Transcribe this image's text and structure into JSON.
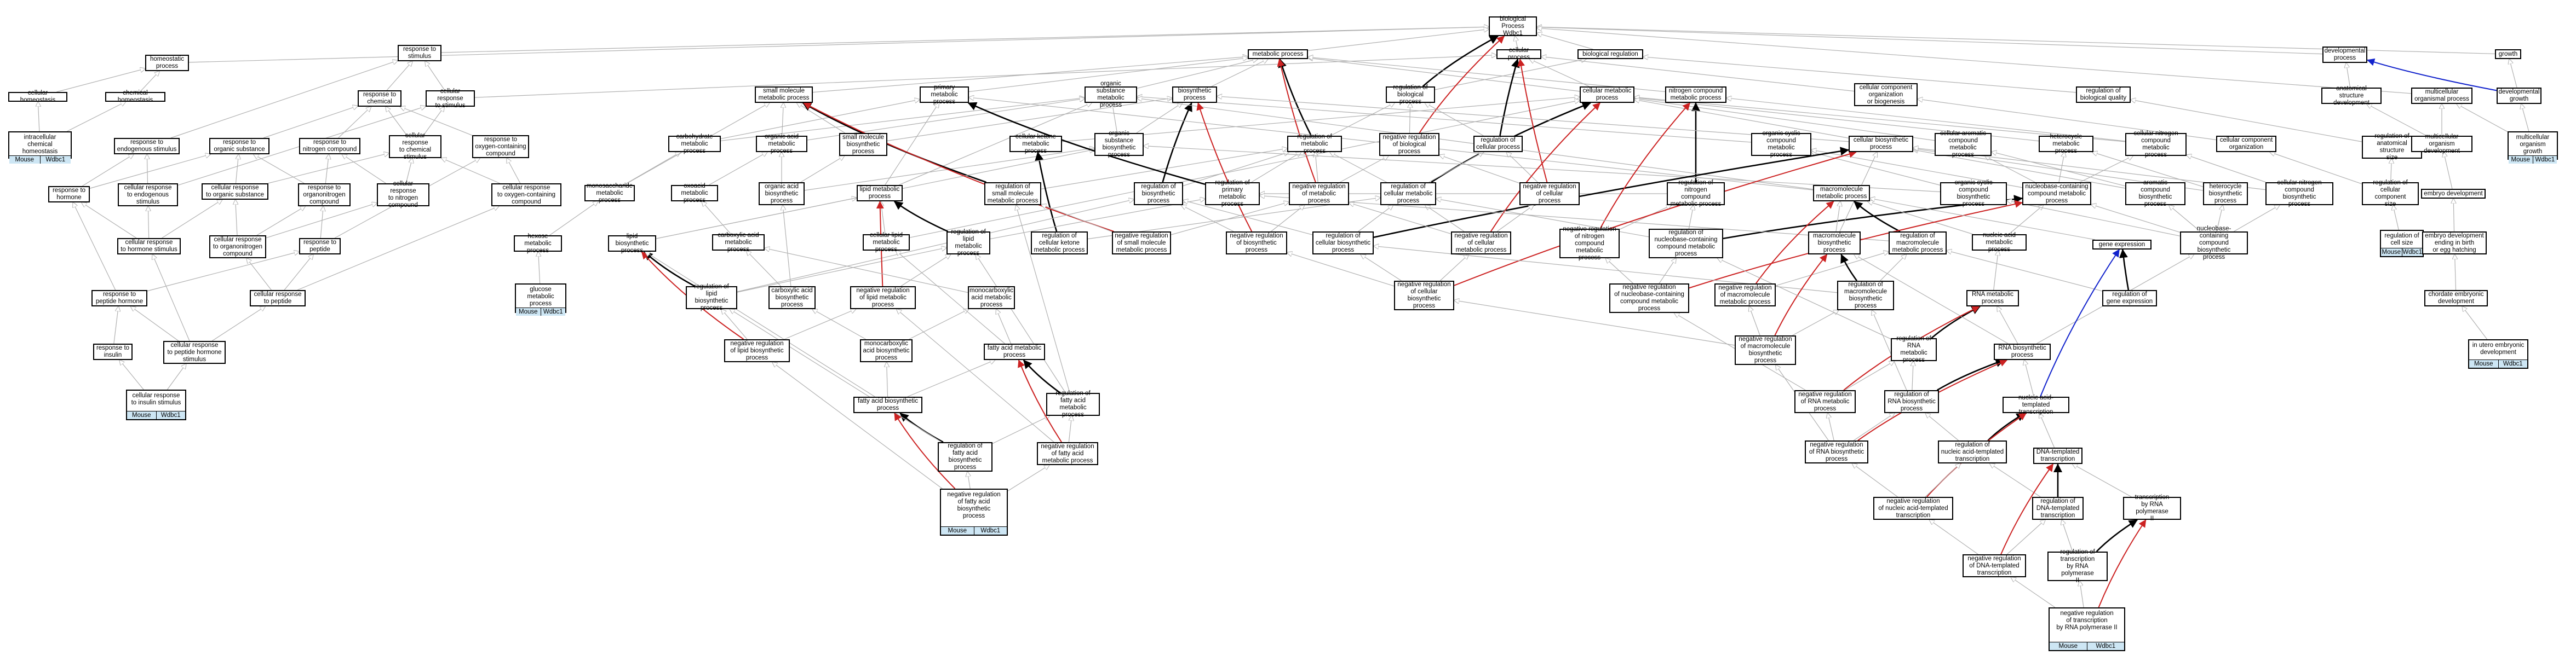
{
  "colors": {
    "is_a": "#b0b0b0",
    "part_of": "#000000",
    "negatively_regulates": "#cc2222",
    "positively_regulates": "#1122cc",
    "gene_cell": "#cde6f4"
  },
  "genes": {
    "mouse": "Mouse",
    "wdbc": "Wdbc1"
  },
  "nodes": {
    "biological_process": "biological Process\nWdbc1",
    "homeostatic_process": "homeostatic\nprocess",
    "cellular_homeostasis": "cellular homeostasis",
    "chemical_homeostasis": "chemical homeostasis",
    "intracellular_chemical_homeostasis": "intracellular\nchemical homeostasis",
    "response_to_stimulus": "response to\nstimulus",
    "response_to_chemical": "response to\nchemical",
    "cellular_response_to_stimulus": "cellular response\nto stimulus",
    "response_to_endogenous_stimulus": "response to\nendogenous stimulus",
    "response_to_organic_substance": "response to\norganic substance",
    "response_to_nitrogen_compound": "response to\nnitrogen compound",
    "cellular_response_to_chemical_stimulus": "cellular response\nto chemical\nstimulus",
    "response_to_oxygen_containing_compound": "response to\noxygen-containing\ncompound",
    "response_to_hormone": "response to\nhormone",
    "cellular_response_to_endogenous_stimulus": "cellular response\nto endogenous\nstimulus",
    "cellular_response_to_organic_substance": "cellular response\nto organic substance",
    "response_to_organonitrogen_compound": "response to\norganonitrogen\ncompound",
    "cellular_response_to_nitrogen_compound": "cellular response\nto nitrogen\ncompound",
    "cellular_response_to_oxygen_containing_compound": "cellular response\nto oxygen-containing\ncompound",
    "cellular_response_to_hormone_stimulus": "cellular response\nto hormone stimulus",
    "cellular_response_to_organonitrogen_compound": "cellular response\nto organonitrogen\ncompound",
    "response_to_peptide": "response to\npeptide",
    "response_to_peptide_hormone": "response to\npeptide hormone",
    "cellular_response_to_peptide": "cellular response\nto peptide",
    "response_to_insulin": "response to\ninsulin",
    "cellular_response_to_peptide_hormone_stimulus": "cellular response\nto peptide hormone\nstimulus",
    "cellular_response_to_insulin_stimulus": "cellular response\nto insulin stimulus",
    "metabolic_process": "metabolic process",
    "small_molecule_metabolic_process": "small molecule\nmetabolic process",
    "primary_metabolic_process": "primary metabolic\nprocess",
    "organic_substance_metabolic_process": "organic substance\nmetabolic process",
    "biosynthetic_process": "biosynthetic\nprocess",
    "carbohydrate_metabolic_process": "carbohydrate\nmetabolic process",
    "organic_acid_metabolic_process": "organic acid\nmetabolic process",
    "small_molecule_biosynthetic_process": "small molecule\nbiosynthetic\nprocess",
    "cellular_ketone_metabolic_process": "cellular ketone\nmetabolic process",
    "organic_substance_biosynthetic_process": "organic substance\nbiosynthetic\nprocess",
    "monosaccharide_metabolic_process": "monosaccharide\nmetabolic process",
    "oxoacid_metabolic_process": "oxoacid metabolic\nprocess",
    "organic_acid_biosynthetic_process": "organic acid\nbiosynthetic\nprocess",
    "lipid_metabolic_process": "lipid metabolic\nprocess",
    "regulation_of_small_molecule_metabolic_process": "regulation of\nsmall molecule\nmetabolic process",
    "regulation_of_cellular_ketone_metabolic_process": "regulation of\ncellular ketone\nmetabolic process",
    "hexose_metabolic_process": "hexose metabolic\nprocess",
    "glucose_metabolic_process": "glucose metabolic\nprocess",
    "lipid_biosynthetic_process": "lipid biosynthetic\nprocess",
    "carboxylic_acid_metabolic_process": "carboxylic acid\nmetabolic process",
    "cellular_lipid_metabolic_process": "cellular lipid\nmetabolic process",
    "regulation_of_lipid_metabolic_process": "regulation of\nlipid metabolic\nprocess",
    "negative_regulation_of_small_molecule_metabolic_process": "negative regulation\nof small molecule\nmetabolic process",
    "regulation_of_lipid_biosynthetic_process": "regulation of\nlipid biosynthetic\nprocess",
    "carboxylic_acid_biosynthetic_process": "carboxylic acid\nbiosynthetic\nprocess",
    "negative_regulation_of_lipid_metabolic_process": "negative regulation\nof lipid metabolic\nprocess",
    "monocarboxylic_acid_metabolic_process": "monocarboxylic\nacid metabolic\nprocess",
    "negative_regulation_of_lipid_biosynthetic_process": "negative regulation\nof lipid biosynthetic\nprocess",
    "monocarboxylic_acid_biosynthetic_process": "monocarboxylic\nacid biosynthetic\nprocess",
    "fatty_acid_metabolic_process": "fatty acid metabolic\nprocess",
    "fatty_acid_biosynthetic_process": "fatty acid biosynthetic\nprocess",
    "regulation_of_fatty_acid_metabolic_process": "regulation of\nfatty acid metabolic\nprocess",
    "regulation_of_fatty_acid_biosynthetic_process": "regulation of\nfatty acid\nbiosynthetic\nprocess",
    "negative_regulation_of_fatty_acid_metabolic_process": "negative regulation\nof fatty acid\nmetabolic process",
    "negative_regulation_of_fatty_acid_biosynthetic_process": "negative regulation\nof fatty acid\nbiosynthetic\nprocess",
    "cellular_process": "cellular process",
    "biological_regulation": "biological regulation",
    "regulation_of_biological_process": "regulation of\nbiological process",
    "cellular_metabolic_process": "cellular metabolic\nprocess",
    "nitrogen_compound_metabolic_process": "nitrogen compound\nmetabolic process",
    "cellular_component_organization_or_biogenesis": "cellular component\norganization\nor biogenesis",
    "regulation_of_biological_quality": "regulation of\nbiological quality",
    "regulation_of_metabolic_process": "regulation of\nmetabolic process",
    "negative_regulation_of_biological_process": "negative regulation\nof biological\nprocess",
    "regulation_of_cellular_process": "regulation of\ncellular process",
    "organic_cyclic_compound_metabolic_process": "organic cyclic\ncompound metabolic\nprocess",
    "cellular_aromatic_compound_metabolic_process": "cellular aromatic\ncompound metabolic\nprocess",
    "heterocycle_metabolic_process": "heterocycle\nmetabolic process",
    "cellular_nitrogen_compound_metabolic_process": "cellular nitrogen\ncompound metabolic\nprocess",
    "cellular_component_organization": "cellular component\norganization",
    "regulation_of_biosynthetic_process": "regulation of\nbiosynthetic\nprocess",
    "regulation_of_primary_metabolic_process": "regulation of\nprimary metabolic\nprocess",
    "negative_regulation_of_metabolic_process": "negative regulation\nof metabolic\nprocess",
    "regulation_of_cellular_metabolic_process": "regulation of\ncellular metabolic\nprocess",
    "negative_regulation_of_cellular_process": "negative regulation\nof cellular\nprocess",
    "regulation_of_nitrogen_compound_metabolic_process": "regulation of\nnitrogen compound\nmetabolic process",
    "cellular_biosynthetic_process": "cellular biosynthetic\nprocess",
    "macromolecule_metabolic_process": "macromolecule\nmetabolic process",
    "organic_cyclic_compound_biosynthetic_process": "organic cyclic\ncompound biosynthetic\nprocess",
    "nucleobase_containing_compound_metabolic_process": "nucleobase-containing\ncompound metabolic\nprocess",
    "aromatic_compound_biosynthetic_process": "aromatic compound\nbiosynthetic\nprocess",
    "heterocycle_biosynthetic_process": "heterocycle\nbiosynthetic\nprocess",
    "cellular_nitrogen_compound_biosynthetic_process": "cellular nitrogen\ncompound biosynthetic\nprocess",
    "negative_regulation_of_biosynthetic_process": "negative regulation\nof biosynthetic\nprocess",
    "regulation_of_cellular_biosynthetic_process": "regulation of\ncellular biosynthetic\nprocess",
    "negative_regulation_of_cellular_metabolic_process": "negative regulation\nof cellular\nmetabolic process",
    "negative_regulation_of_nitrogen_compound_metabolic_process": "negative regulation\nof nitrogen\ncompound metabolic\nprocess",
    "regulation_of_nucleobase_containing_compound_metabolic_process": "regulation of\nnucleobase-containing\ncompound metabolic\nprocess",
    "macromolecule_biosynthetic_process": "macromolecule\nbiosynthetic\nprocess",
    "regulation_of_macromolecule_metabolic_process": "regulation of\nmacromolecule\nmetabolic process",
    "nucleic_acid_metabolic_process": "nucleic acid\nmetabolic process",
    "nucleobase_containing_compound_biosynthetic_process": "nucleobase-containing\ncompound biosynthetic\nprocess",
    "negative_regulation_of_cellular_biosynthetic_process": "negative regulation\nof cellular\nbiosynthetic\nprocess",
    "negative_regulation_of_nucleobase_containing_compound_metabolic_process": "negative regulation\nof nucleobase-containing\ncompound metabolic\nprocess",
    "negative_regulation_of_macromolecule_metabolic_process": "negative regulation\nof macromolecule\nmetabolic process",
    "regulation_of_macromolecule_biosynthetic_process": "regulation of\nmacromolecule\nbiosynthetic\nprocess",
    "gene_expression": "gene expression",
    "regulation_of_gene_expression": "regulation of\ngene expression",
    "rna_metabolic_process": "RNA metabolic\nprocess",
    "negative_regulation_of_macromolecule_biosynthetic_process": "negative regulation\nof macromolecule\nbiosynthetic\nprocess",
    "regulation_of_rna_metabolic_process": "regulation of\nRNA metabolic\nprocess",
    "rna_biosynthetic_process": "RNA biosynthetic\nprocess",
    "negative_regulation_of_rna_metabolic_process": "negative regulation\nof RNA metabolic\nprocess",
    "regulation_of_rna_biosynthetic_process": "regulation of\nRNA biosynthetic\nprocess",
    "nucleic_acid_templated_transcription": "nucleic acid-templated\ntranscription",
    "negative_regulation_of_rna_biosynthetic_process": "negative regulation\nof RNA biosynthetic\nprocess",
    "regulation_of_nucleic_acid_templated_transcription": "regulation of\nnucleic acid-templated\ntranscription",
    "dna_templated_transcription": "DNA-templated\ntranscription",
    "negative_regulation_of_nucleic_acid_templated_transcription": "negative regulation\nof nucleic acid-templated\ntranscription",
    "regulation_of_dna_templated_transcription": "regulation of\nDNA-templated\ntranscription",
    "transcription_by_rna_polymerase_ii": "transcription\nby RNA polymerase\nII",
    "negative_regulation_of_dna_templated_transcription": "negative regulation\nof DNA-templated\ntranscription",
    "regulation_of_transcription_by_rna_polymerase_ii": "regulation of\ntranscription\nby RNA polymerase\nII",
    "negative_regulation_of_transcription_by_rna_polymerase_ii": "negative regulation\nof transcription\nby RNA polymerase II",
    "developmental_process": "developmental\nprocess",
    "growth": "growth",
    "anatomical_structure_development": "anatomical structure\ndevelopment",
    "multicellular_organismal_process": "multicellular\norganismal process",
    "developmental_growth": "developmental\ngrowth",
    "regulation_of_anatomical_structure_size": "regulation of\nanatomical structure\nsize",
    "multicellular_organism_development": "multicellular\norganism development",
    "multicellular_organism_growth": "multicellular\norganism growth",
    "regulation_of_cellular_component_size": "regulation of\ncellular component\nsize",
    "embryo_development": "embryo development",
    "regulation_of_cell_size": "regulation of\ncell size",
    "embryo_development_ending_in_birth_or_egg_hatching": "embryo development\nending in birth\nor egg hatching",
    "chordate_embryonic_development": "chordate embryonic\ndevelopment",
    "in_utero_embryonic_development": "in utero embryonic\ndevelopment"
  }
}
